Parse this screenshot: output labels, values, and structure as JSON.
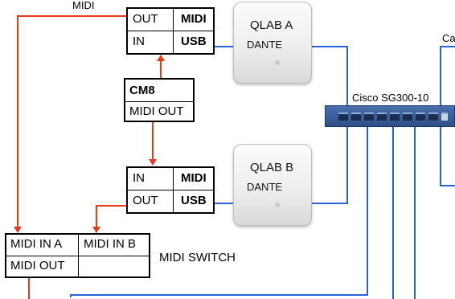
{
  "midi_label": "MIDI",
  "interface_top": {
    "out": "OUT",
    "midi": "MIDI",
    "in": "IN",
    "usb": "USB"
  },
  "cm8": {
    "title": "CM8",
    "port": "MIDI OUT"
  },
  "interface_bottom": {
    "in": "IN",
    "midi": "MIDI",
    "out": "OUT",
    "usb": "USB"
  },
  "qlab_a": {
    "name": "QLAB A",
    "protocol": "DANTE"
  },
  "qlab_b": {
    "name": "QLAB B",
    "protocol": "DANTE"
  },
  "switch_label": "Cisco SG300-10",
  "partial_label": "Ca",
  "midi_switch": {
    "in_a": "MIDI IN A",
    "in_b": "MIDI IN B",
    "out": "MIDI OUT",
    "label": "MIDI SWITCH"
  },
  "colors": {
    "midi_wire": "#e8391b",
    "network_wire": "#2a63d9",
    "switch_body": "#3a5c9a"
  },
  "icons": {
    "mac": "apple-logo-icon"
  }
}
